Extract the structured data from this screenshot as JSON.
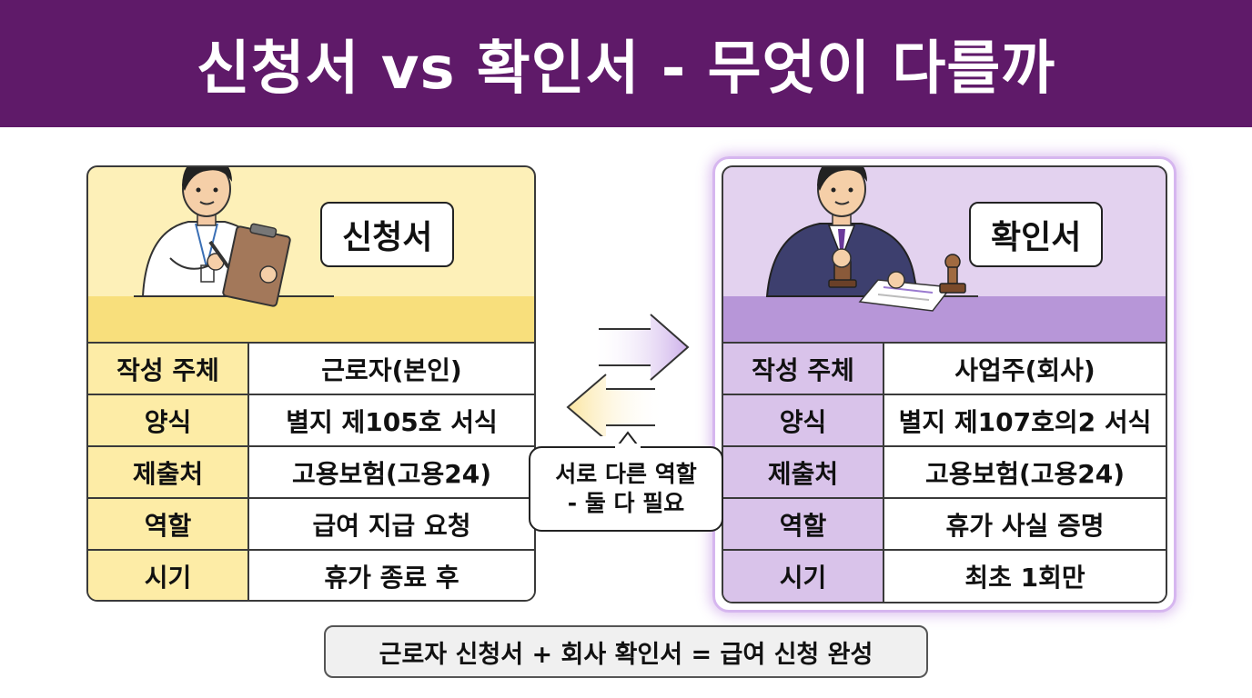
{
  "title": "신청서 vs 확인서 - 무엇이 다를까",
  "left": {
    "title": "신청서",
    "rows": [
      {
        "label": "작성 주체",
        "value": "근로자(본인)"
      },
      {
        "label": "양식",
        "value": "별지 제105호 서식"
      },
      {
        "label": "제출처",
        "value": "고용보험(고용24)"
      },
      {
        "label": "역할",
        "value": "급여 지급 요청"
      },
      {
        "label": "시기",
        "value": "휴가 종료 후"
      }
    ]
  },
  "right": {
    "title": "확인서",
    "rows": [
      {
        "label": "작성 주체",
        "value": "사업주(회사)"
      },
      {
        "label": "양식",
        "value": "별지 제107호의2 서식"
      },
      {
        "label": "제출처",
        "value": "고용보험(고용24)"
      },
      {
        "label": "역할",
        "value": "휴가 사실 증명"
      },
      {
        "label": "시기",
        "value": "최초 1회만"
      }
    ]
  },
  "bubble": {
    "line1": "서로 다른 역할",
    "line2": "- 둘 다 필요"
  },
  "summary": "근로자 신청서 + 회사 확인서 = 급여 신청 완성",
  "colors": {
    "header": "#5f1a69",
    "left_accent": "#f8df7c",
    "right_accent": "#b796d8"
  }
}
